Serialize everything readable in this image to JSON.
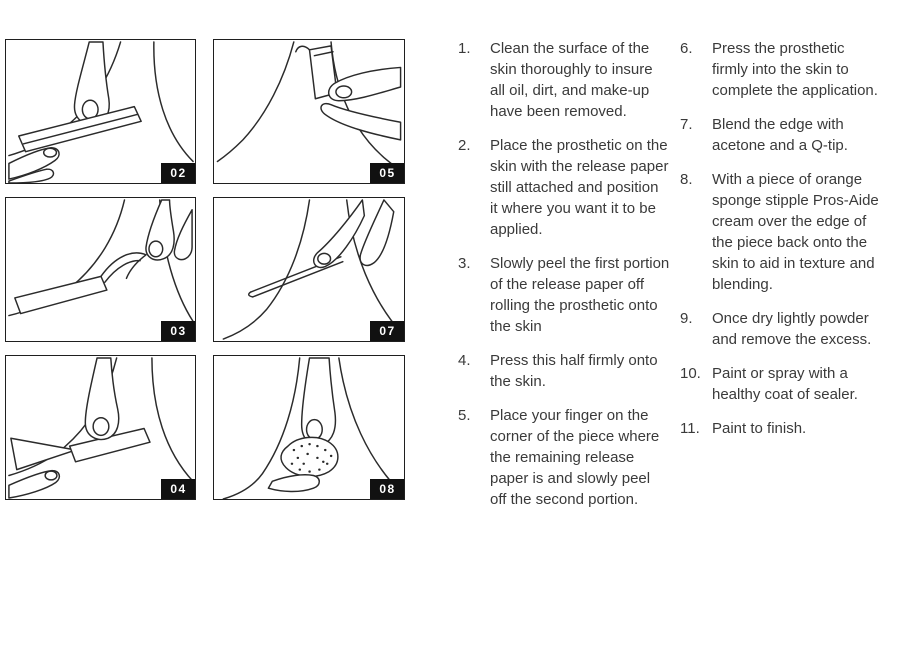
{
  "panels": [
    {
      "id": "02",
      "illustration": "hands-holding-prosthetic-strip"
    },
    {
      "id": "05",
      "illustration": "fingers-pinching-vertical-release-paper"
    },
    {
      "id": "03",
      "illustration": "peeling-release-paper-curl"
    },
    {
      "id": "07",
      "illustration": "hand-rolling-prosthetic-with-applicator"
    },
    {
      "id": "04",
      "illustration": "pressing-half-with-paper-flap"
    },
    {
      "id": "08",
      "illustration": "stippling-sponge-on-edge"
    }
  ],
  "instructions": {
    "column1": [
      {
        "num": "1.",
        "text": "Clean the surface of the skin thoroughly to insure all oil, dirt, and make-up have been removed."
      },
      {
        "num": "2.",
        "text": "Place the prosthetic on the skin with the release paper still attached and position it where you want it to be applied."
      },
      {
        "num": "3.",
        "text": "Slowly peel the first portion of the release paper off rolling the prosthetic onto the skin"
      },
      {
        "num": "4.",
        "text": "Press this half firmly onto the skin."
      },
      {
        "num": "5.",
        "text": "Place your finger on the corner of the piece where the remaining release paper is and slowly peel off the second portion."
      }
    ],
    "column2": [
      {
        "num": "6.",
        "text": "Press the prosthetic firmly into the skin to complete the application."
      },
      {
        "num": "7.",
        "text": "Blend the edge with acetone and a Q-tip."
      },
      {
        "num": "8.",
        "text": "With a piece of orange sponge stipple Pros-Aide cream over the edge of the piece back onto the skin to aid in texture and blending."
      },
      {
        "num": "9.",
        "text": "Once dry lightly powder and remove the excess."
      },
      {
        "num": "10.",
        "text": "Paint or spray with a healthy coat of sealer."
      },
      {
        "num": "11.",
        "text": "Paint to finish."
      }
    ]
  },
  "colors": {
    "badge_bg": "#111111",
    "badge_text": "#ffffff",
    "panel_border": "#1f1f1f",
    "line_art": "#2b2b2b",
    "body_text": "#3a3a3a"
  }
}
